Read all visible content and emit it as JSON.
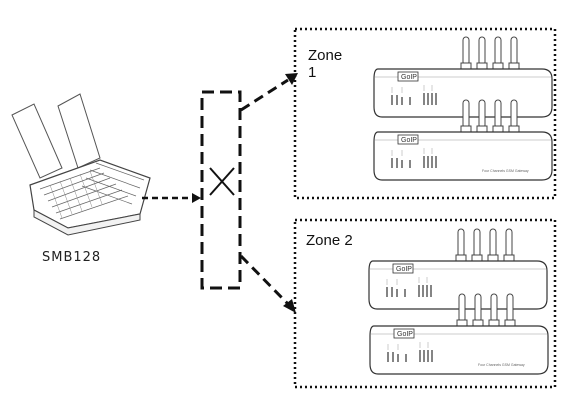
{
  "device": {
    "label": "SMB128"
  },
  "zones": [
    {
      "title_line1": "Zone",
      "title_line2": "1"
    },
    {
      "title_line1": "Zone 2",
      "title_line2": ""
    }
  ],
  "gateway": {
    "brand": "GoIP",
    "model_caption": "Four Channels GSM Gateway"
  }
}
